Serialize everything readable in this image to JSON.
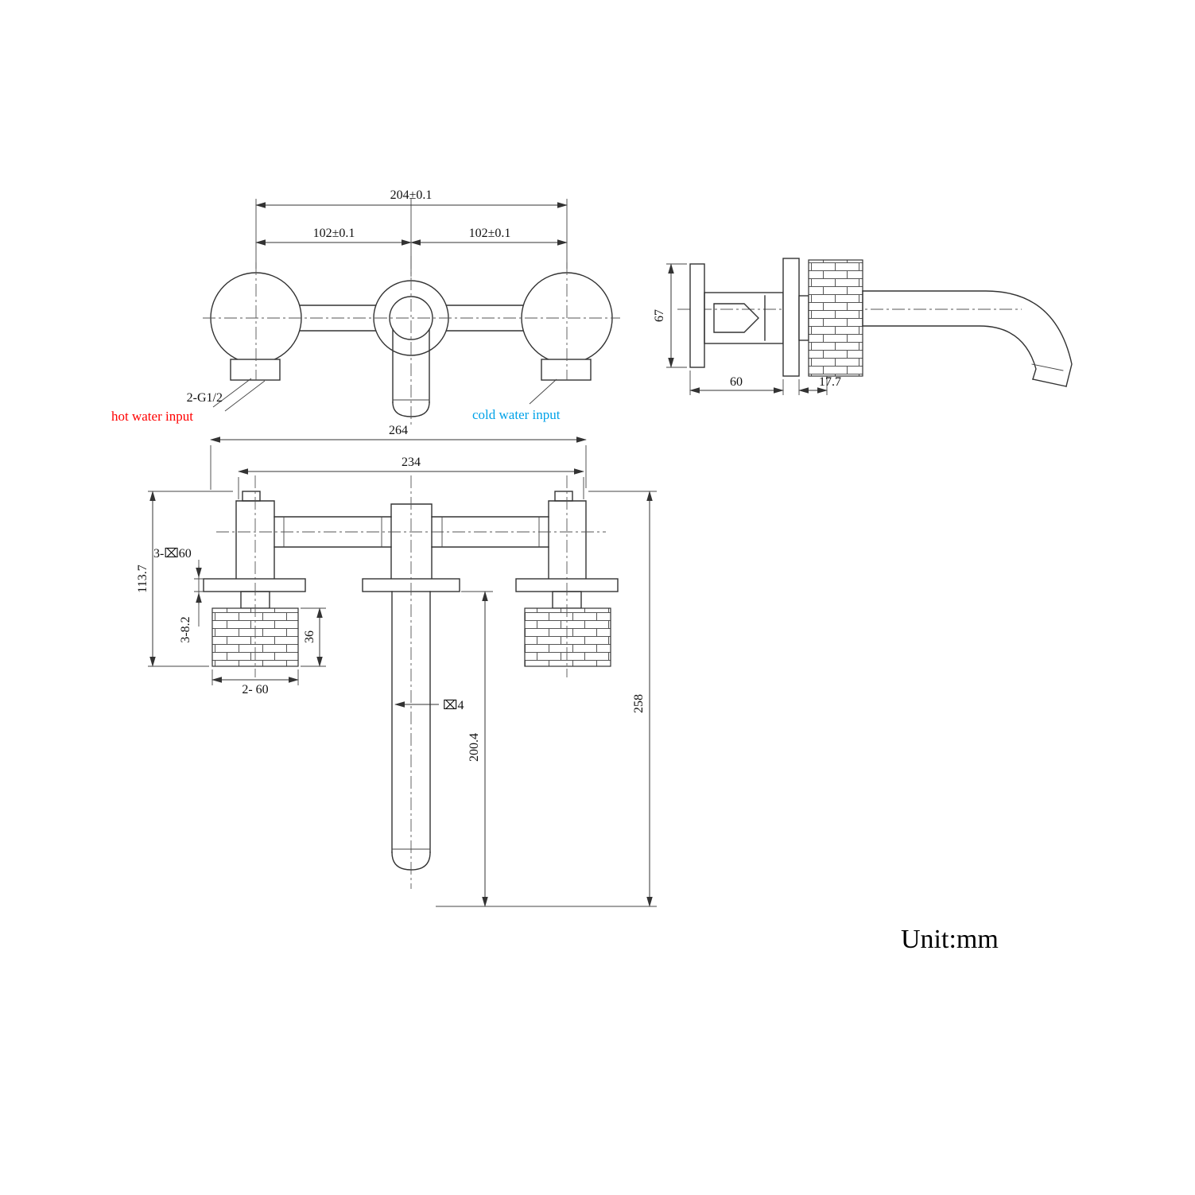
{
  "drawing": {
    "unit_label": "Unit:mm"
  },
  "colors": {
    "line": "#333333",
    "hot_label": "#ff0000",
    "cold_label": "#00a2e8"
  },
  "front_view": {
    "dim_total_width": "204±0.1",
    "dim_half_left": "102±0.1",
    "dim_half_right": "102±0.1",
    "thread_callout": "2-G1/2",
    "hot_input_label": "hot water input",
    "cold_input_label": "cold water input"
  },
  "side_view": {
    "dim_body_height": "67",
    "dim_depth": "60",
    "dim_wall_gap": "17.7"
  },
  "plan_view": {
    "dim_overall_width": "264",
    "dim_center_width": "234",
    "dim_body_height": "113.7",
    "callout_escutcheon_dia": "3-⌧60",
    "callout_flange_thickness": "3-8.2",
    "dim_handle_height": "36",
    "dim_handle_dia": "2- 60",
    "callout_spout_dia": "⌧4",
    "dim_spout_drop": "200.4",
    "dim_overall_height": "258"
  }
}
